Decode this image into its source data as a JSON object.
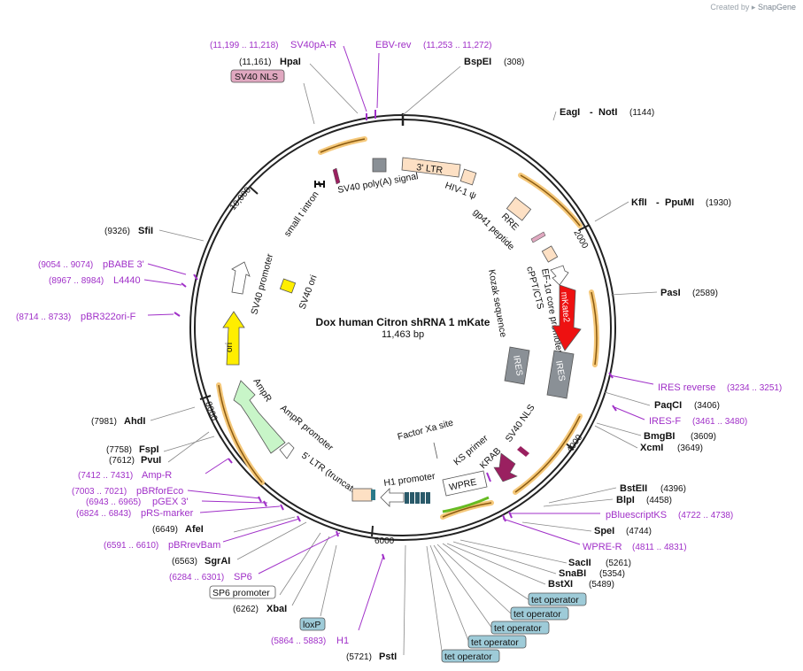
{
  "credit": {
    "prefix": "Created by",
    "brand": "SnapGene"
  },
  "map": {
    "title": "Dox human Citron shRNA 1 mKate",
    "length_label": "11,463 bp",
    "ticks": [
      "2000",
      "4000",
      "6000",
      "8000",
      "10,000"
    ]
  },
  "restriction_sites": [
    {
      "name": "BspEI",
      "pos": "(308)"
    },
    {
      "name": "EagI",
      "name2": "NotI",
      "pos": "(1144)"
    },
    {
      "name": "KflI",
      "name2": "PpuMI",
      "pos": "(1930)"
    },
    {
      "name": "PasI",
      "pos": "(2589)"
    },
    {
      "name": "PaqCI",
      "pos": "(3406)"
    },
    {
      "name": "BmgBI",
      "pos": "(3609)"
    },
    {
      "name": "XcmI",
      "pos": "(3649)"
    },
    {
      "name": "BstEII",
      "pos": "(4396)"
    },
    {
      "name": "BlpI",
      "pos": "(4458)"
    },
    {
      "name": "SpeI",
      "pos": "(4744)"
    },
    {
      "name": "SacII",
      "pos": "(5261)"
    },
    {
      "name": "SnaBI",
      "pos": "(5354)"
    },
    {
      "name": "BstXI",
      "pos": "(5489)"
    },
    {
      "name": "PstI",
      "pos": "(5721)"
    },
    {
      "name": "XbaI",
      "pos": "(6262)"
    },
    {
      "name": "SgrAI",
      "pos": "(6563)"
    },
    {
      "name": "AfeI",
      "pos": "(6649)"
    },
    {
      "name": "PvuI",
      "pos": "(7612)"
    },
    {
      "name": "FspI",
      "pos": "(7758)"
    },
    {
      "name": "AhdI",
      "pos": "(7981)"
    },
    {
      "name": "SfiI",
      "pos": "(9326)"
    },
    {
      "name": "HpaI",
      "pos": "(11,161)"
    }
  ],
  "primers": [
    {
      "name": "SV40pA-R",
      "pos": "(11,199 .. 11,218)"
    },
    {
      "name": "EBV-rev",
      "pos": "(11,253 .. 11,272)"
    },
    {
      "name": "IRES reverse",
      "pos": "(3234 .. 3251)"
    },
    {
      "name": "IRES-F",
      "pos": "(3461 .. 3480)"
    },
    {
      "name": "pBluescriptKS",
      "pos": "(4722 .. 4738)"
    },
    {
      "name": "WPRE-R",
      "pos": "(4811 .. 4831)"
    },
    {
      "name": "H1",
      "pos": "(5864 .. 5883)"
    },
    {
      "name": "SP6",
      "pos": "(6284 .. 6301)"
    },
    {
      "name": "pBRrevBam",
      "pos": "(6591 .. 6610)"
    },
    {
      "name": "pRS-marker",
      "pos": "(6824 .. 6843)"
    },
    {
      "name": "pGEX 3'",
      "pos": "(6943 .. 6965)"
    },
    {
      "name": "pBRforEco",
      "pos": "(7003 .. 7021)"
    },
    {
      "name": "Amp-R",
      "pos": "(7412 .. 7431)"
    },
    {
      "name": "pBR322ori-F",
      "pos": "(8714 .. 8733)"
    },
    {
      "name": "L4440",
      "pos": "(8967 .. 8984)"
    },
    {
      "name": "pBABE 3'",
      "pos": "(9054 .. 9074)"
    }
  ],
  "boxed_labels": {
    "sv40_nls_top": "SV40 NLS",
    "sp6_promoter": "SP6 promoter",
    "loxp": "loxP",
    "tet_operator": "tet operator"
  },
  "features": {
    "ltr3": "3' LTR",
    "hiv1": "HIV-1 ψ",
    "rre": "RRE",
    "gp41": "gp41 peptide",
    "cppt": "cPPT/CTS",
    "ef1a": "EF-1α core promoter",
    "kozak": "Kozak sequence",
    "mkate2": "mKate2",
    "ires_outer": "IRES",
    "ires_inner": "IRES",
    "sv40_nls": "SV40 NLS",
    "krab": "KRAB",
    "ks_primer": "KS primer",
    "factor_xa": "Factor Xa site",
    "wpre": "WPRE",
    "h1_promoter": "H1 promoter",
    "ltr5": "5' LTR (truncated)",
    "ampr_promoter": "AmpR promoter",
    "ampr": "AmpR",
    "ori": "ori",
    "sv40_promoter": "SV40 promoter",
    "sv40_ori": "SV40 ori",
    "small_t": "small t intron",
    "sv40_polya": "SV40 poly(A) signal"
  },
  "colors": {
    "backbone": "#222222",
    "primer": "#a030c8",
    "mkate2": "#ee1111",
    "ires": "#8a9096",
    "ltr": "#fde0c4",
    "ampr": "#c8f5c8",
    "ori": "#ffee00",
    "krab": "#9a2060",
    "wpre_arrow": "#66bb22",
    "orf_highlight": "#f5c87a",
    "tet_box": "#9ecbd8",
    "sv40_nls_box": "#e0a8c0"
  }
}
